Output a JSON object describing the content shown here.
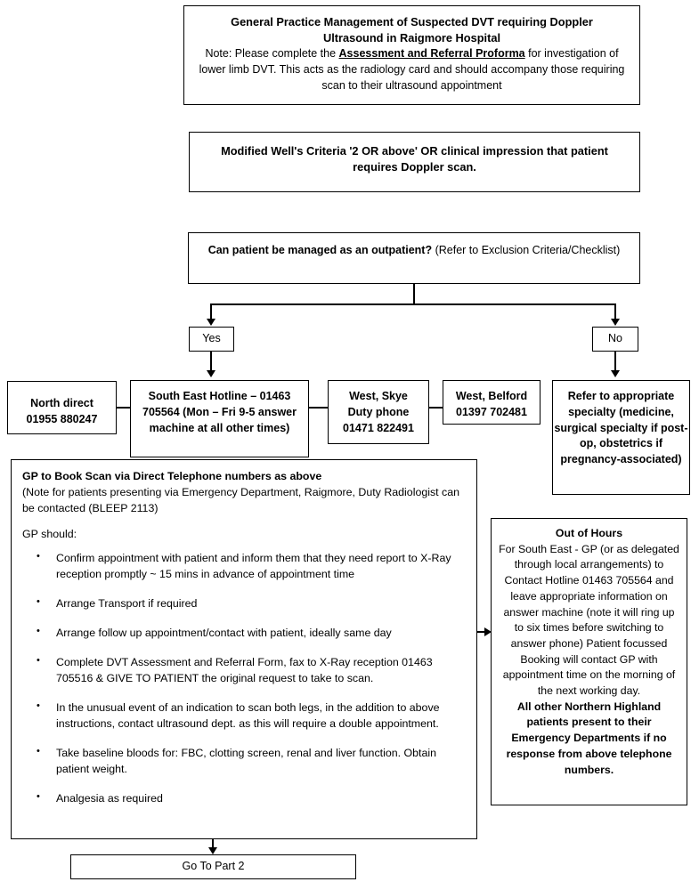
{
  "document": {
    "title_box": {
      "heading_line1": "General Practice Management of Suspected DVT requiring Doppler",
      "heading_line2": "Ultrasound in Raigmore Hospital",
      "note_prefix": "Note: Please complete the ",
      "note_link": "Assessment and Referral Proforma",
      "note_suffix": " for investigation of lower limb DVT. This acts as the radiology card and should accompany those requiring scan to their ultrasound appointment"
    },
    "wells_box": {
      "text": "Modified Well's Criteria '2 OR above' OR clinical impression that patient requires Doppler scan."
    },
    "outpatient_box": {
      "question": "Can patient be managed as an outpatient?",
      "qualifier": " (Refer to Exclusion Criteria/Checklist)"
    },
    "branch": {
      "yes_label": "Yes",
      "no_label": "No"
    },
    "contacts": [
      {
        "name": "north-direct",
        "text": "North direct\n01955 880247"
      },
      {
        "name": "south-east-hotline",
        "text": "South East Hotline – 01463 705564 (Mon – Fri 9-5 answer machine at all other times)"
      },
      {
        "name": "west-skye",
        "text": "West, Skye\nDuty phone\n01471 822491"
      },
      {
        "name": "west-belford",
        "text": "West, Belford\n01397 702481"
      }
    ],
    "refer_box": {
      "text": "Refer to appropriate specialty (medicine, surgical specialty if post-op, obstetrics if pregnancy-associated)"
    },
    "gp_box": {
      "heading": "GP to Book Scan via Direct Telephone numbers as above",
      "note": "(Note for patients presenting via Emergency Department, Raigmore, Duty Radiologist can be contacted (BLEEP 2113)",
      "subheading": "GP should:",
      "bullets": [
        "Confirm appointment with patient and inform them that they need report to X-Ray reception promptly ~ 15 mins in advance of appointment time",
        "Arrange Transport if required",
        "Arrange follow up appointment/contact with patient, ideally same day",
        "Complete DVT Assessment and Referral Form, fax to X-Ray reception 01463 705516 & GIVE TO PATIENT  the original request to take to scan.",
        "In the unusual event of an indication to scan both legs, in the addition to above instructions, contact ultrasound dept. as this will require a double appointment.",
        "Take baseline bloods for: FBC, clotting screen, renal and liver function. Obtain patient weight.",
        "Analgesia as required"
      ]
    },
    "out_of_hours_box": {
      "heading": "Out of Hours",
      "body": "For South East - GP (or as delegated through local arrangements) to Contact Hotline 01463 705564 and leave appropriate information on answer machine (note it will ring up to six times before switching to answer phone) Patient focussed Booking will contact GP with appointment time on the morning of the next working day.",
      "tail": "All other Northern Highland patients present to their Emergency Departments if no response from above telephone numbers."
    },
    "part2_box": {
      "label": "Go To Part 2"
    },
    "colors": {
      "border": "#000000",
      "background": "#ffffff",
      "text": "#000000"
    }
  }
}
